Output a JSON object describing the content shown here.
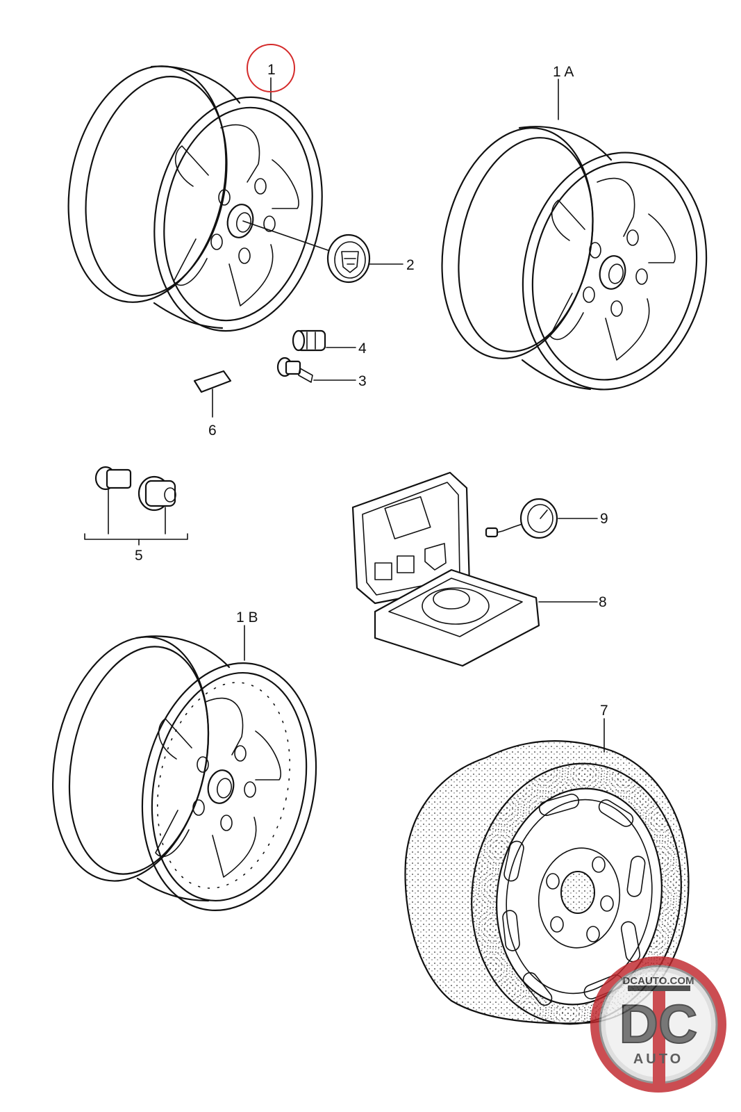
{
  "callouts": [
    {
      "id": "c1",
      "text": "1"
    },
    {
      "id": "c1a",
      "text": "1 A"
    },
    {
      "id": "c1b",
      "text": "1 B"
    },
    {
      "id": "c2",
      "text": "2"
    },
    {
      "id": "c3",
      "text": "3"
    },
    {
      "id": "c4",
      "text": "4"
    },
    {
      "id": "c5",
      "text": "5"
    },
    {
      "id": "c6",
      "text": "6"
    },
    {
      "id": "c7",
      "text": "7"
    },
    {
      "id": "c8",
      "text": "8"
    },
    {
      "id": "c9",
      "text": "9"
    }
  ],
  "highlight_color": "#d42a2a",
  "watermark": {
    "domain": "DCAUTO.COM",
    "initials": "DC",
    "word": "AUTO",
    "colors": {
      "red": "#c0272d",
      "grey": "#7f7f7f",
      "dark": "#2a2a2a"
    }
  }
}
